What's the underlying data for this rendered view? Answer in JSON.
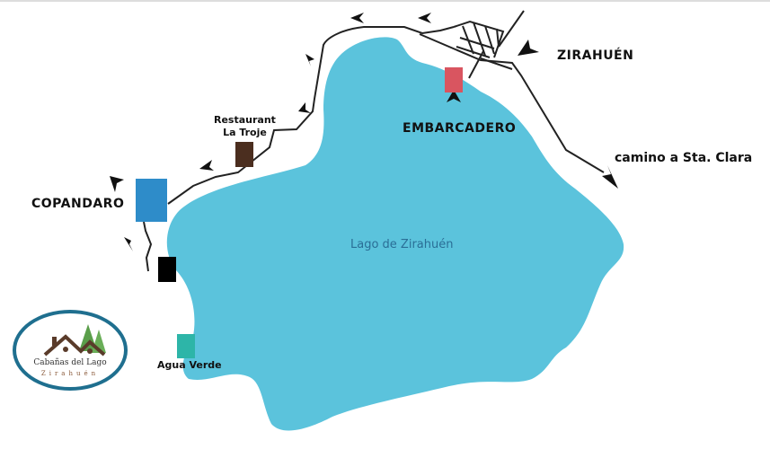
{
  "lake": {
    "name": "Lago de Zirahuén",
    "color": "#5bc3dc"
  },
  "places": {
    "zirahuen": "ZIRAHUÉN",
    "embarcadero": "EMBARCADERO",
    "camino": "camino a Sta. Clara",
    "restaurant_line1": "Restaurant",
    "restaurant_line2": "La Troje",
    "copandaro": "COPANDARO",
    "agua_verde": "Agua Verde"
  },
  "markers": {
    "embarcadero": "#d95560",
    "restaurant": "#4b2e1f",
    "copandaro": "#2e8cc9",
    "black": "#000000",
    "agua_verde": "#2db5a8"
  },
  "logo": {
    "title": "Cabañas del Lago",
    "subtitle": "Zirahuén",
    "ring_color": "#1f6f8f"
  }
}
